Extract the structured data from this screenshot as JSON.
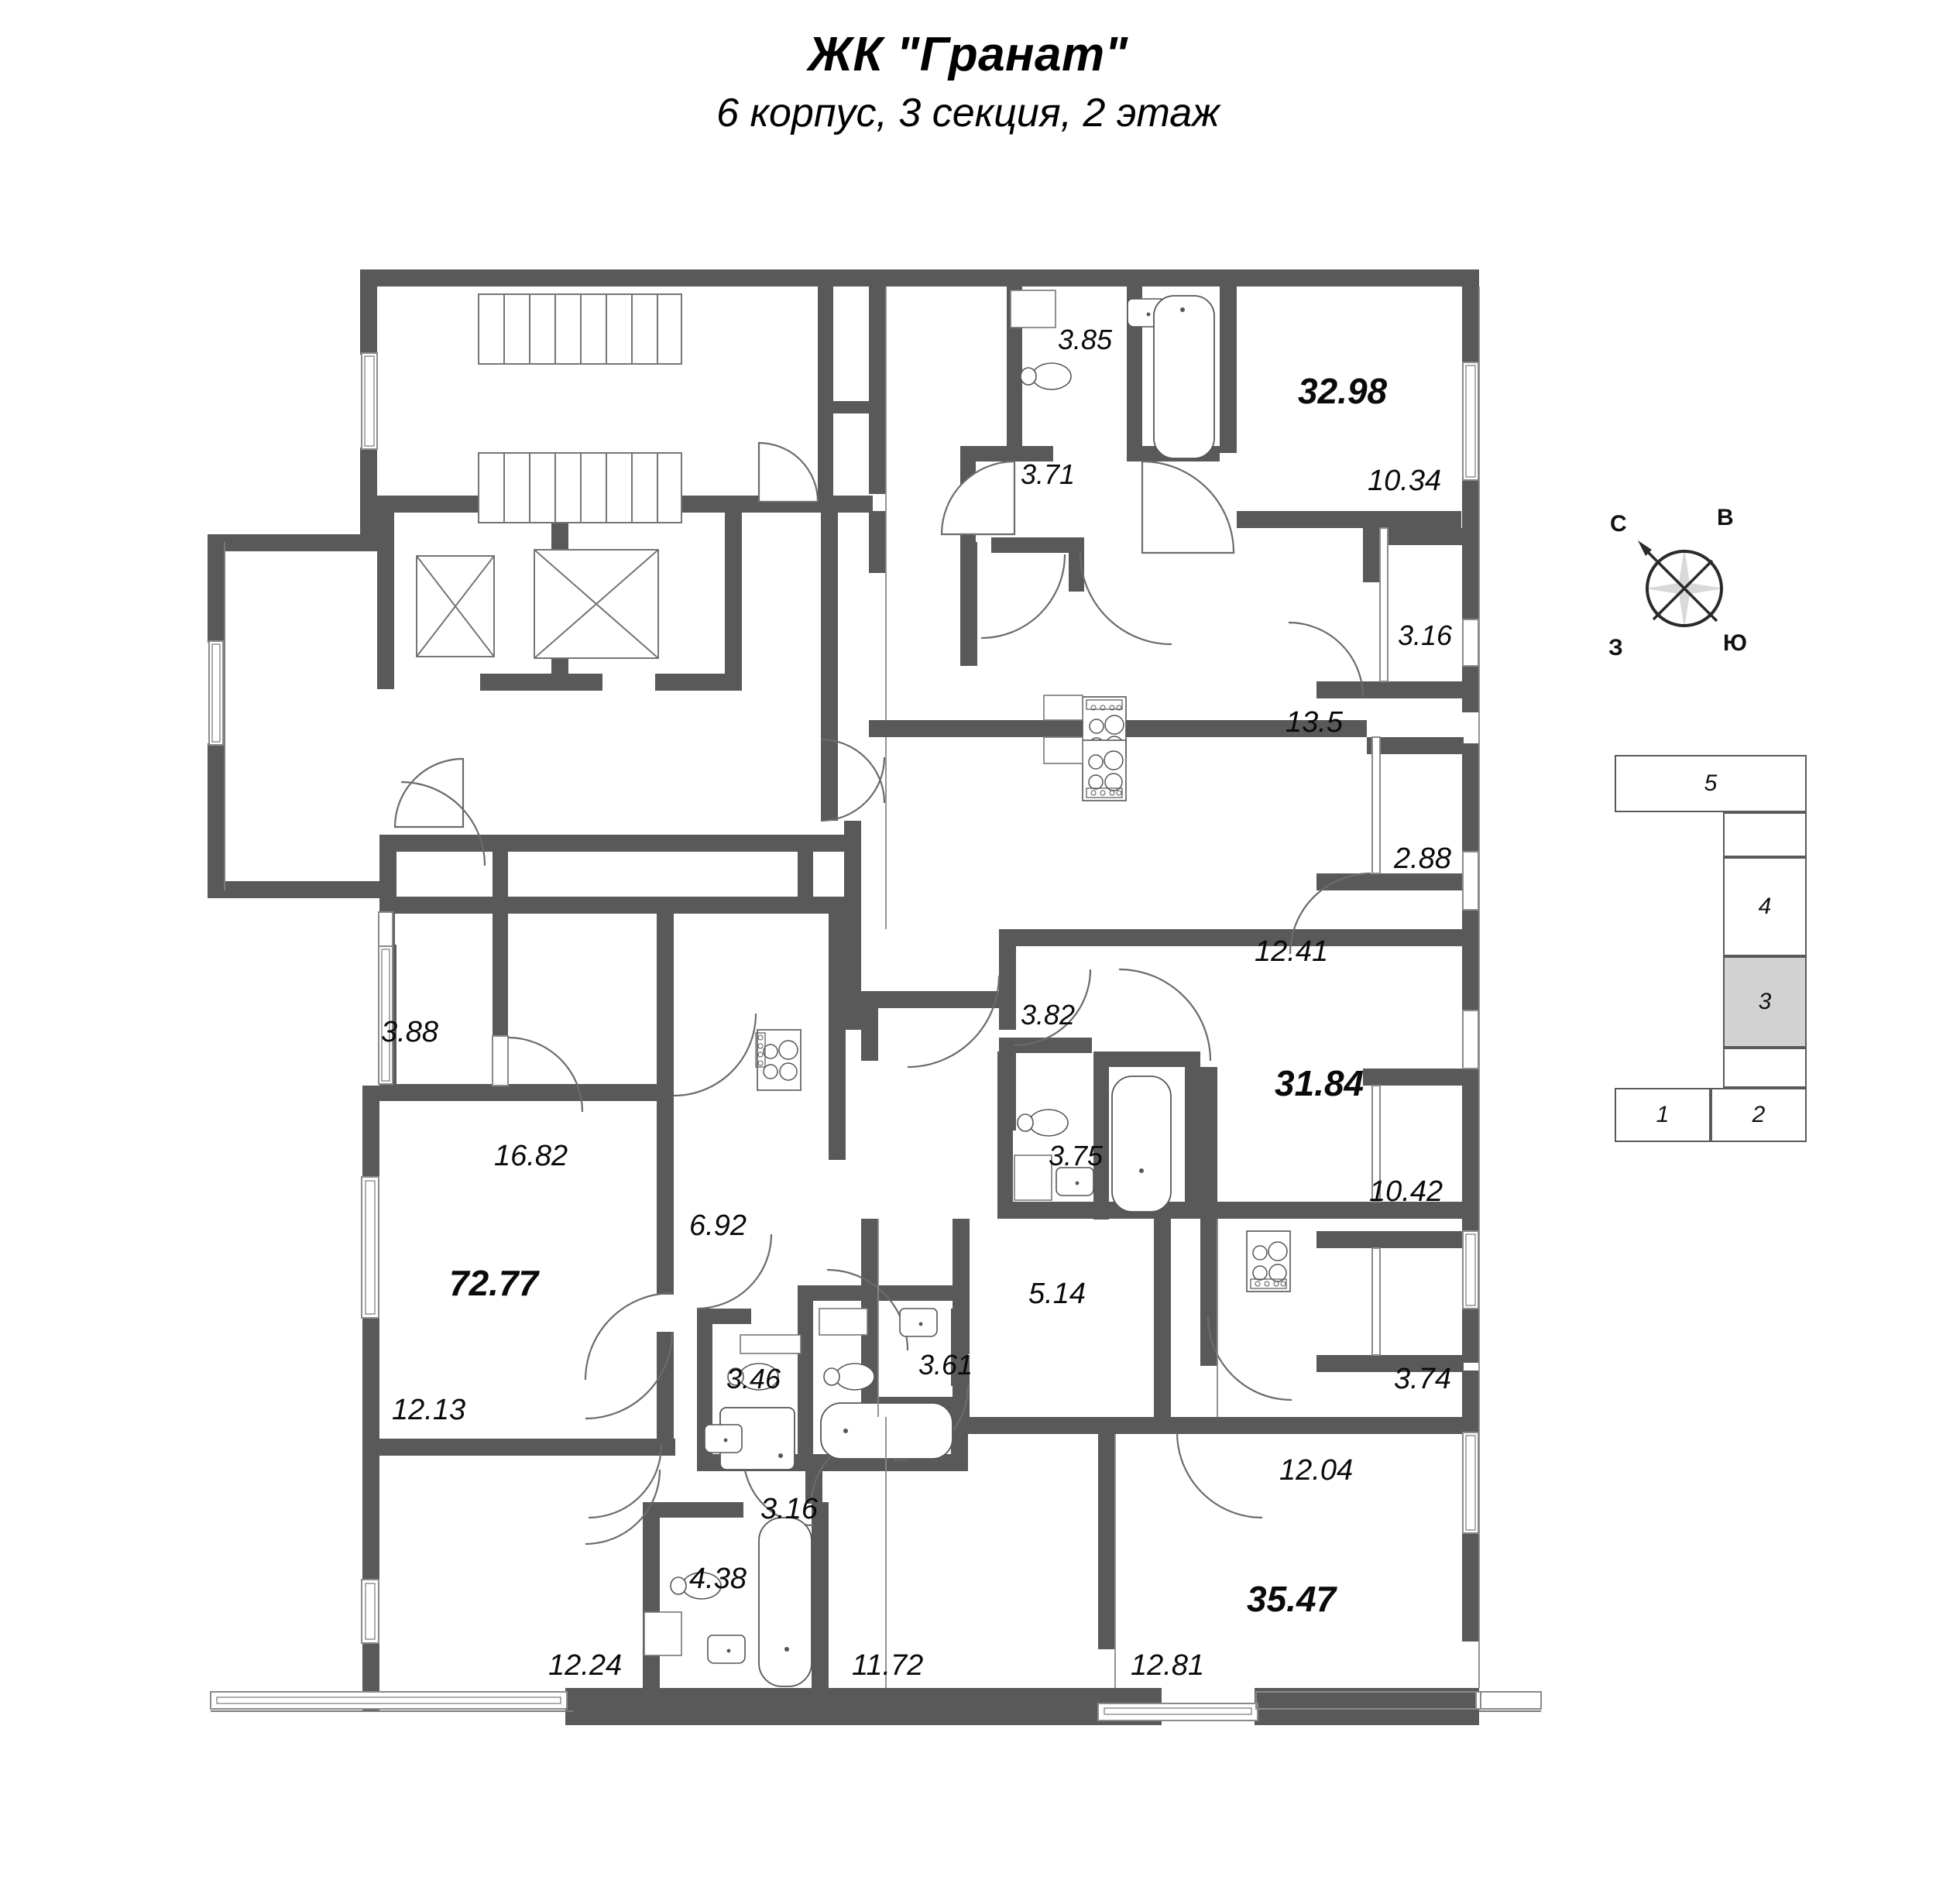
{
  "title": {
    "complex": "ЖК \"Гранат\"",
    "subtitle": "6 корпус, 3 секция, 2 этаж"
  },
  "compass": {
    "north": "С",
    "east": "В",
    "west": "З",
    "south": "Ю"
  },
  "key_diagram": {
    "sections": [
      "1",
      "2",
      "3",
      "4",
      "5"
    ],
    "active_section": "3",
    "active_fill": "#d2d2d2"
  },
  "colors": {
    "wall": "#595959",
    "thin_line": "#6d6d6d",
    "text": "#0a0a0a",
    "background": "#ffffff"
  },
  "areas": {
    "apt_top_right_total": "32.98",
    "apt_top_right_bath": "3.85",
    "apt_top_right_hall": "3.71",
    "apt_top_right_balcony": "10.34",
    "apt_mid_right_loggia": "3.16",
    "apt_mid_right_kitchen": "13.5",
    "apt_mid_right_loggia2": "2.88",
    "apt_mid_right_room": "12.41",
    "apt_right2_hall": "3.82",
    "apt_right2_bath": "3.75",
    "apt_right2_total": "31.84",
    "apt_right2_room": "10.42",
    "apt_center_hall": "5.14",
    "apt_bottom_right_loggia": "3.74",
    "apt_bottom_right_room": "12.04",
    "apt_bottom_right_total": "35.47",
    "apt_bottom_right_room2": "12.81",
    "apt_left_loggia": "3.88",
    "apt_left_room": "16.82",
    "apt_left_hall": "6.92",
    "apt_left_total": "72.77",
    "apt_left_room2": "12.13",
    "apt_left_bath1": "3.46",
    "apt_left_bath2": "3.61",
    "apt_left_corridor": "3.16",
    "apt_left_bath3": "4.38",
    "apt_left_room3": "12.24",
    "apt_left_room4": "11.72"
  }
}
